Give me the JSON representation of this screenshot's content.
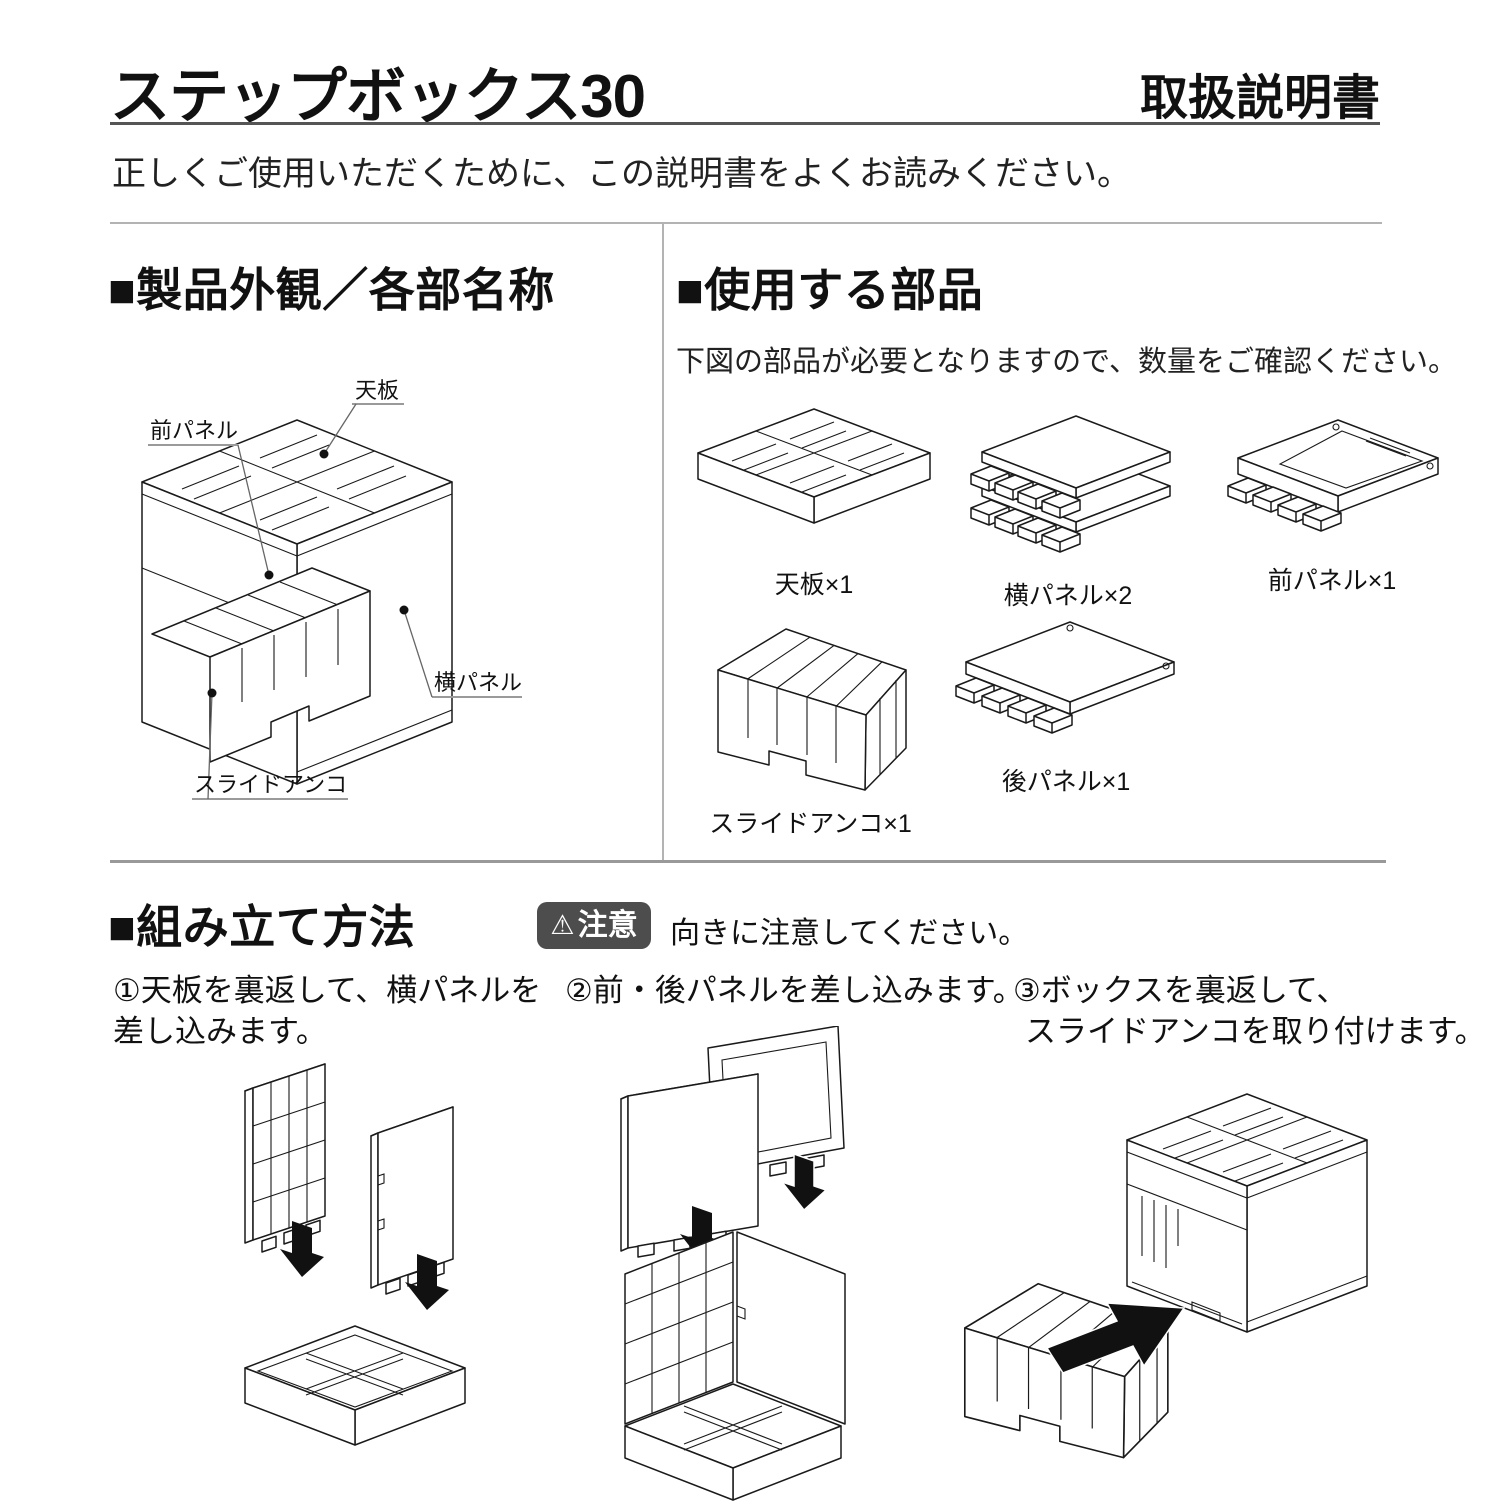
{
  "page": {
    "title": "ステップボックス30",
    "doc_type": "取扱説明書",
    "intro": "正しくご使用いただくために、この説明書をよくお読みください。"
  },
  "overview_section": {
    "heading": "■製品外観／各部名称",
    "labels": {
      "top_panel": "天板",
      "front_panel": "前パネル",
      "side_panel": "横パネル",
      "slide_anko": "スライドアンコ"
    }
  },
  "parts_section": {
    "heading": "■使用する部品",
    "note": "下図の部品が必要となりますので、数量をご確認ください。",
    "parts": [
      {
        "name": "天板×1"
      },
      {
        "name": "横パネル×2"
      },
      {
        "name": "前パネル×1"
      },
      {
        "name": "スライドアンコ×1"
      },
      {
        "name": "後パネル×1"
      }
    ]
  },
  "assembly_section": {
    "heading": "■組み立て方法",
    "caution_icon": "⚠",
    "caution_badge": "注意",
    "caution_note": "向きに注意してください。",
    "steps": [
      {
        "line1": "①天板を裏返して、横パネルを",
        "line2": "差し込みます。"
      },
      {
        "line1": "②前・後パネルを差し込みます。",
        "line2": ""
      },
      {
        "line1": "③ボックスを裏返して、",
        "line2": "スライドアンコを取り付けます。"
      }
    ]
  },
  "colors": {
    "ink": "#1a1a1a",
    "caution_bg": "#4d4d4d",
    "divider": "#b3b3b3"
  }
}
